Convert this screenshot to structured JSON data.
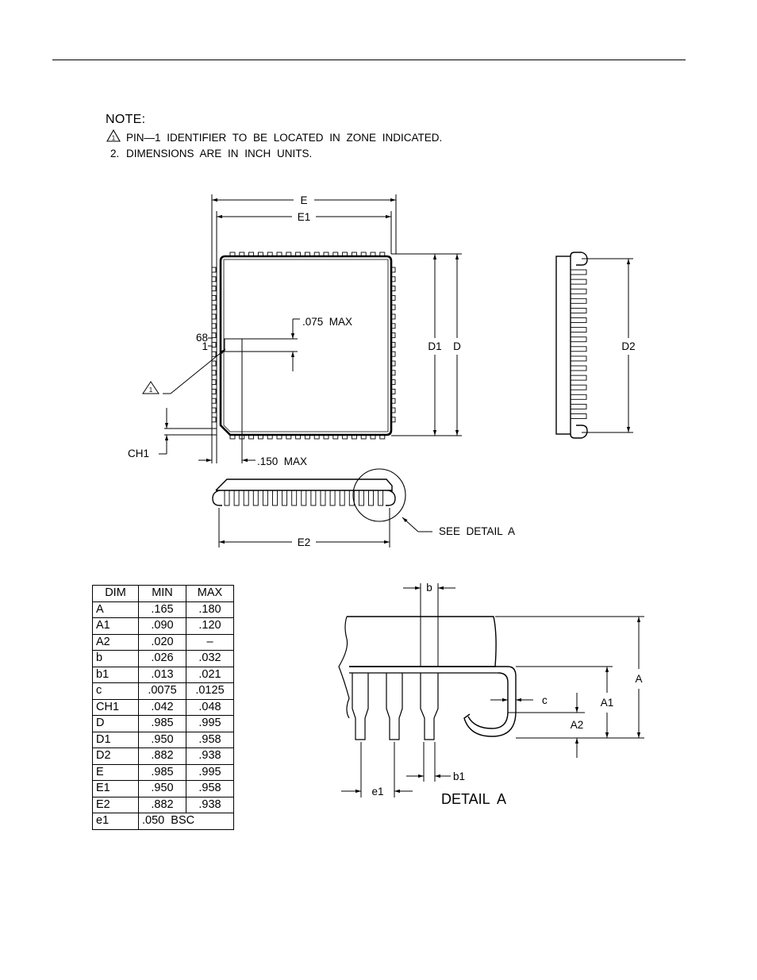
{
  "notes": {
    "title": "NOTE:",
    "items": [
      {
        "marker": "1",
        "text": "PIN—1 IDENTIFIER TO BE LOCATED IN ZONE INDICATED."
      },
      {
        "marker": "2.",
        "text": "DIMENSIONS ARE IN INCH UNITS."
      }
    ]
  },
  "top_view": {
    "label_e": "E",
    "label_e1": "E1",
    "label_d1": "D1",
    "label_d": "D",
    "label_pin68": "68",
    "label_pin1": "1",
    "label_075": ".075  MAX",
    "label_150": ".150  MAX",
    "label_ch1": "CH1",
    "pin_marker": "1"
  },
  "side_view": {
    "label_d2": "D2"
  },
  "front_view": {
    "label_e2": "E2",
    "see_detail": "SEE  DETAIL  A"
  },
  "detail": {
    "title": "DETAIL  A",
    "label_b": "b",
    "label_b1": "b1",
    "label_c": "c",
    "label_a": "A",
    "label_a1": "A1",
    "label_a2": "A2",
    "label_e1": "e1"
  },
  "table": {
    "headers": [
      "DIM",
      "MIN",
      "MAX"
    ],
    "rows": [
      [
        "A",
        ".165",
        ".180"
      ],
      [
        "A1",
        ".090",
        ".120"
      ],
      [
        "A2",
        ".020",
        "–"
      ],
      [
        "b",
        ".026",
        ".032"
      ],
      [
        "b1",
        ".013",
        ".021"
      ],
      [
        "c",
        ".0075",
        ".0125"
      ],
      [
        "CH1",
        ".042",
        ".048"
      ],
      [
        "D",
        ".985",
        ".995"
      ],
      [
        "D1",
        ".950",
        ".958"
      ],
      [
        "D2",
        ".882",
        ".938"
      ],
      [
        "E",
        ".985",
        ".995"
      ],
      [
        "E1",
        ".950",
        ".958"
      ],
      [
        "E2",
        ".882",
        ".938"
      ]
    ],
    "last_row": [
      "e1",
      ".050  BSC"
    ]
  }
}
